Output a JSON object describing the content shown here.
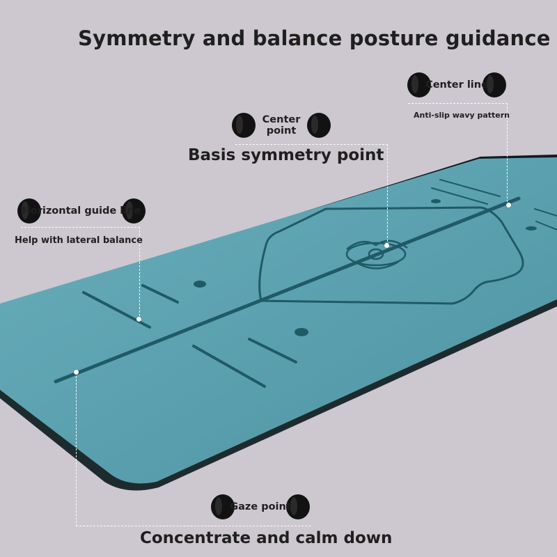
{
  "title": "Symmetry and balance posture guidance",
  "callouts": {
    "center_line": {
      "label": "Center line",
      "description": "Anti-slip wavy pattern"
    },
    "center_point": {
      "label": "Center point",
      "heading": "Basis symmetry point"
    },
    "horizontal_guide": {
      "label": "Horizontal guide line",
      "description": "Help with lateral balance"
    },
    "gaze_point": {
      "label": "Gaze point",
      "heading": "Concentrate and calm down"
    }
  },
  "colors": {
    "background": "#cdc7d0",
    "mat_surface": "#5ea3b1",
    "mat_lines": "#1f5a66",
    "mat_edge": "#0f1416"
  }
}
